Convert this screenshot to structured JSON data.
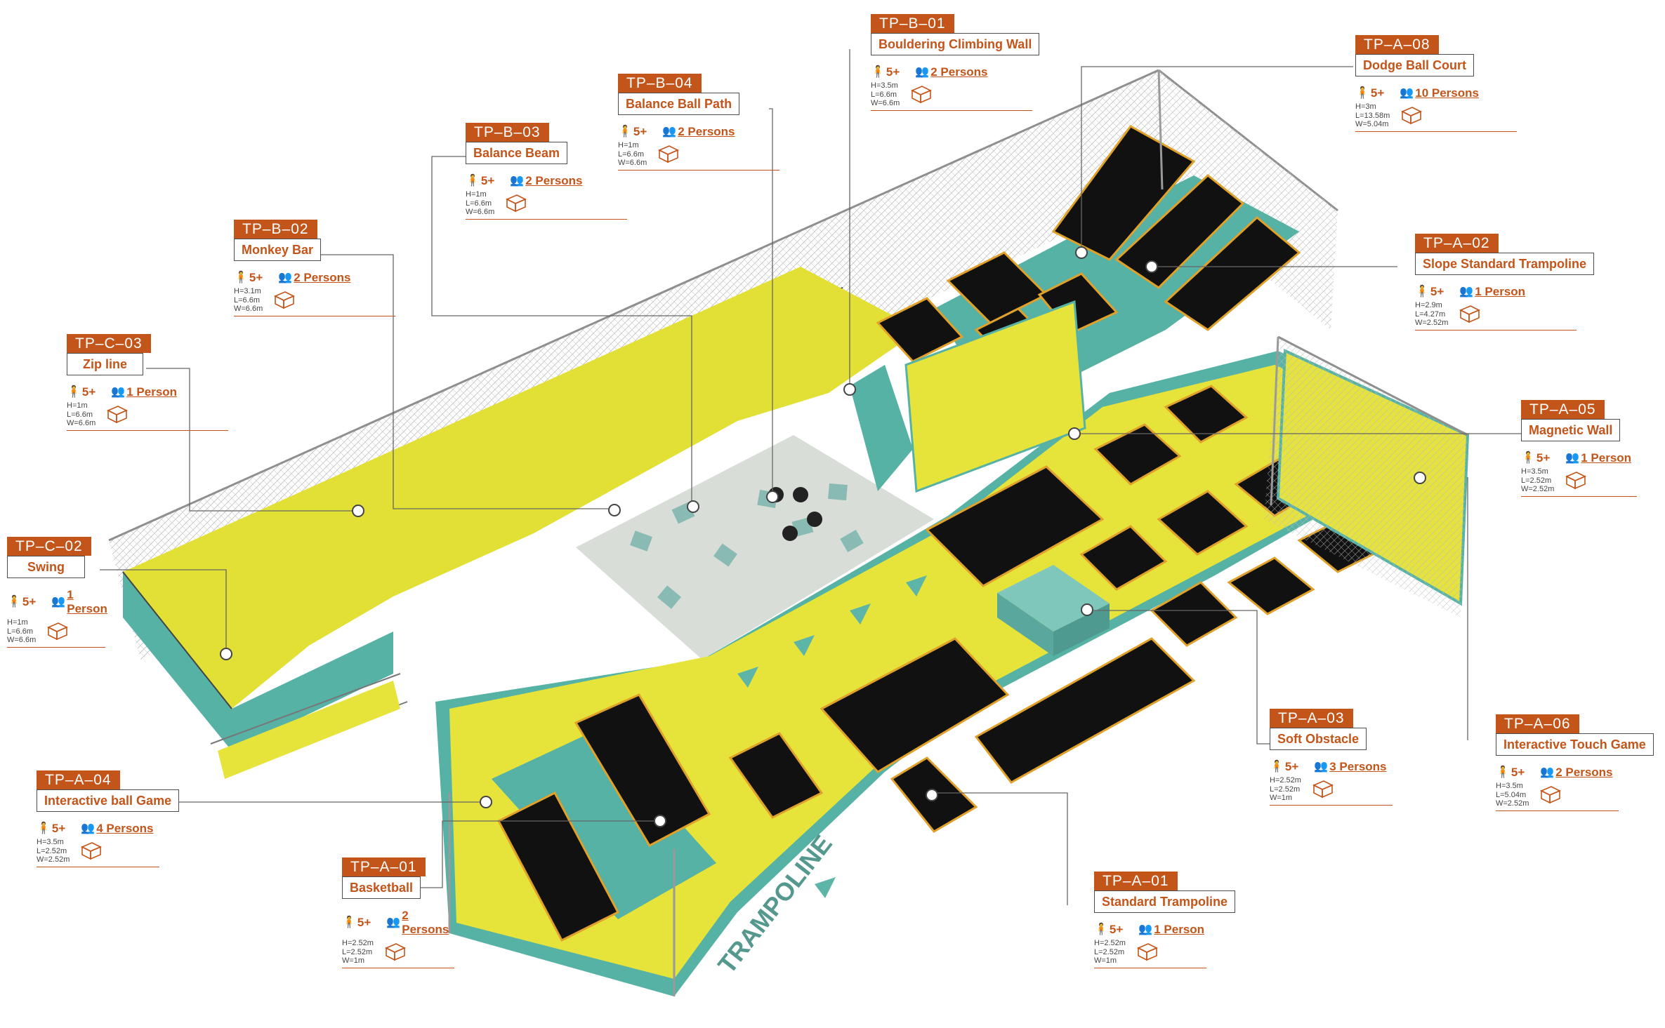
{
  "items": [
    {
      "code": "TP–B–01",
      "name": "Bouldering Climbing Wall",
      "age": "5+",
      "persons": "2 Persons",
      "dims": [
        "H=3.5m",
        "L=6.6m",
        "W=6.6m"
      ]
    },
    {
      "code": "TP–A–08",
      "name": "Dodge Ball Court",
      "age": "5+",
      "persons": "10 Persons",
      "dims": [
        "H=3m",
        "L=13.58m",
        "W=5.04m"
      ]
    },
    {
      "code": "TP–B–04",
      "name": "Balance Ball Path",
      "age": "5+",
      "persons": "2 Persons",
      "dims": [
        "H=1m",
        "L=6.6m",
        "W=6.6m"
      ]
    },
    {
      "code": "TP–B–03",
      "name": "Balance Beam",
      "age": "5+",
      "persons": "2 Persons",
      "dims": [
        "H=1m",
        "L=6.6m",
        "W=6.6m"
      ]
    },
    {
      "code": "TP–B–02",
      "name": "Monkey Bar",
      "age": "5+",
      "persons": "2 Persons",
      "dims": [
        "H=3.1m",
        "L=6.6m",
        "W=6.6m"
      ]
    },
    {
      "code": "TP–A–02",
      "name": "Slope Standard Trampoline",
      "age": "5+",
      "persons": "1 Person",
      "dims": [
        "H=2.9m",
        "L=4.27m",
        "W=2.52m"
      ]
    },
    {
      "code": "TP–C–03",
      "name": "Zip line",
      "age": "5+",
      "persons": "1 Person",
      "dims": [
        "H=1m",
        "L=6.6m",
        "W=6.6m"
      ]
    },
    {
      "code": "TP–A–05",
      "name": "Magnetic Wall",
      "age": "5+",
      "persons": "1 Person",
      "dims": [
        "H=3.5m",
        "L=2.52m",
        "W=2.52m"
      ]
    },
    {
      "code": "TP–C–02",
      "name": "Swing",
      "age": "5+",
      "persons": "1 Person",
      "dims": [
        "H=1m",
        "L=6.6m",
        "W=6.6m"
      ]
    },
    {
      "code": "TP–A–03",
      "name": "Soft Obstacle",
      "age": "5+",
      "persons": "3 Persons",
      "dims": [
        "H=2.52m",
        "L=2.52m",
        "W=1m"
      ]
    },
    {
      "code": "TP–A–06",
      "name": "Interactive Touch Game",
      "age": "5+",
      "persons": "2 Persons",
      "dims": [
        "H=3.5m",
        "L=5.04m",
        "W=2.52m"
      ]
    },
    {
      "code": "TP–A–04",
      "name": "Interactive ball Game",
      "age": "5+",
      "persons": "4 Persons",
      "dims": [
        "H=3.5m",
        "L=2.52m",
        "W=2.52m"
      ]
    },
    {
      "code": "TP–A–01",
      "name": "Basketball",
      "age": "5+",
      "persons": "2 Persons",
      "dims": [
        "H=2.52m",
        "L=2.52m",
        "W=1m"
      ]
    },
    {
      "code": "TP–A–01",
      "name": "Standard Trampoline",
      "age": "5+",
      "persons": "1 Person",
      "dims": [
        "H=2.52m",
        "L=2.52m",
        "W=1m"
      ]
    }
  ],
  "floor_sign": "TRAMPOLINE",
  "colors": {
    "accent": "#c4551a",
    "yellow": "#e6e43a",
    "teal": "#5db5a8",
    "pad": "#111111",
    "frame": "#9a9a9a"
  }
}
